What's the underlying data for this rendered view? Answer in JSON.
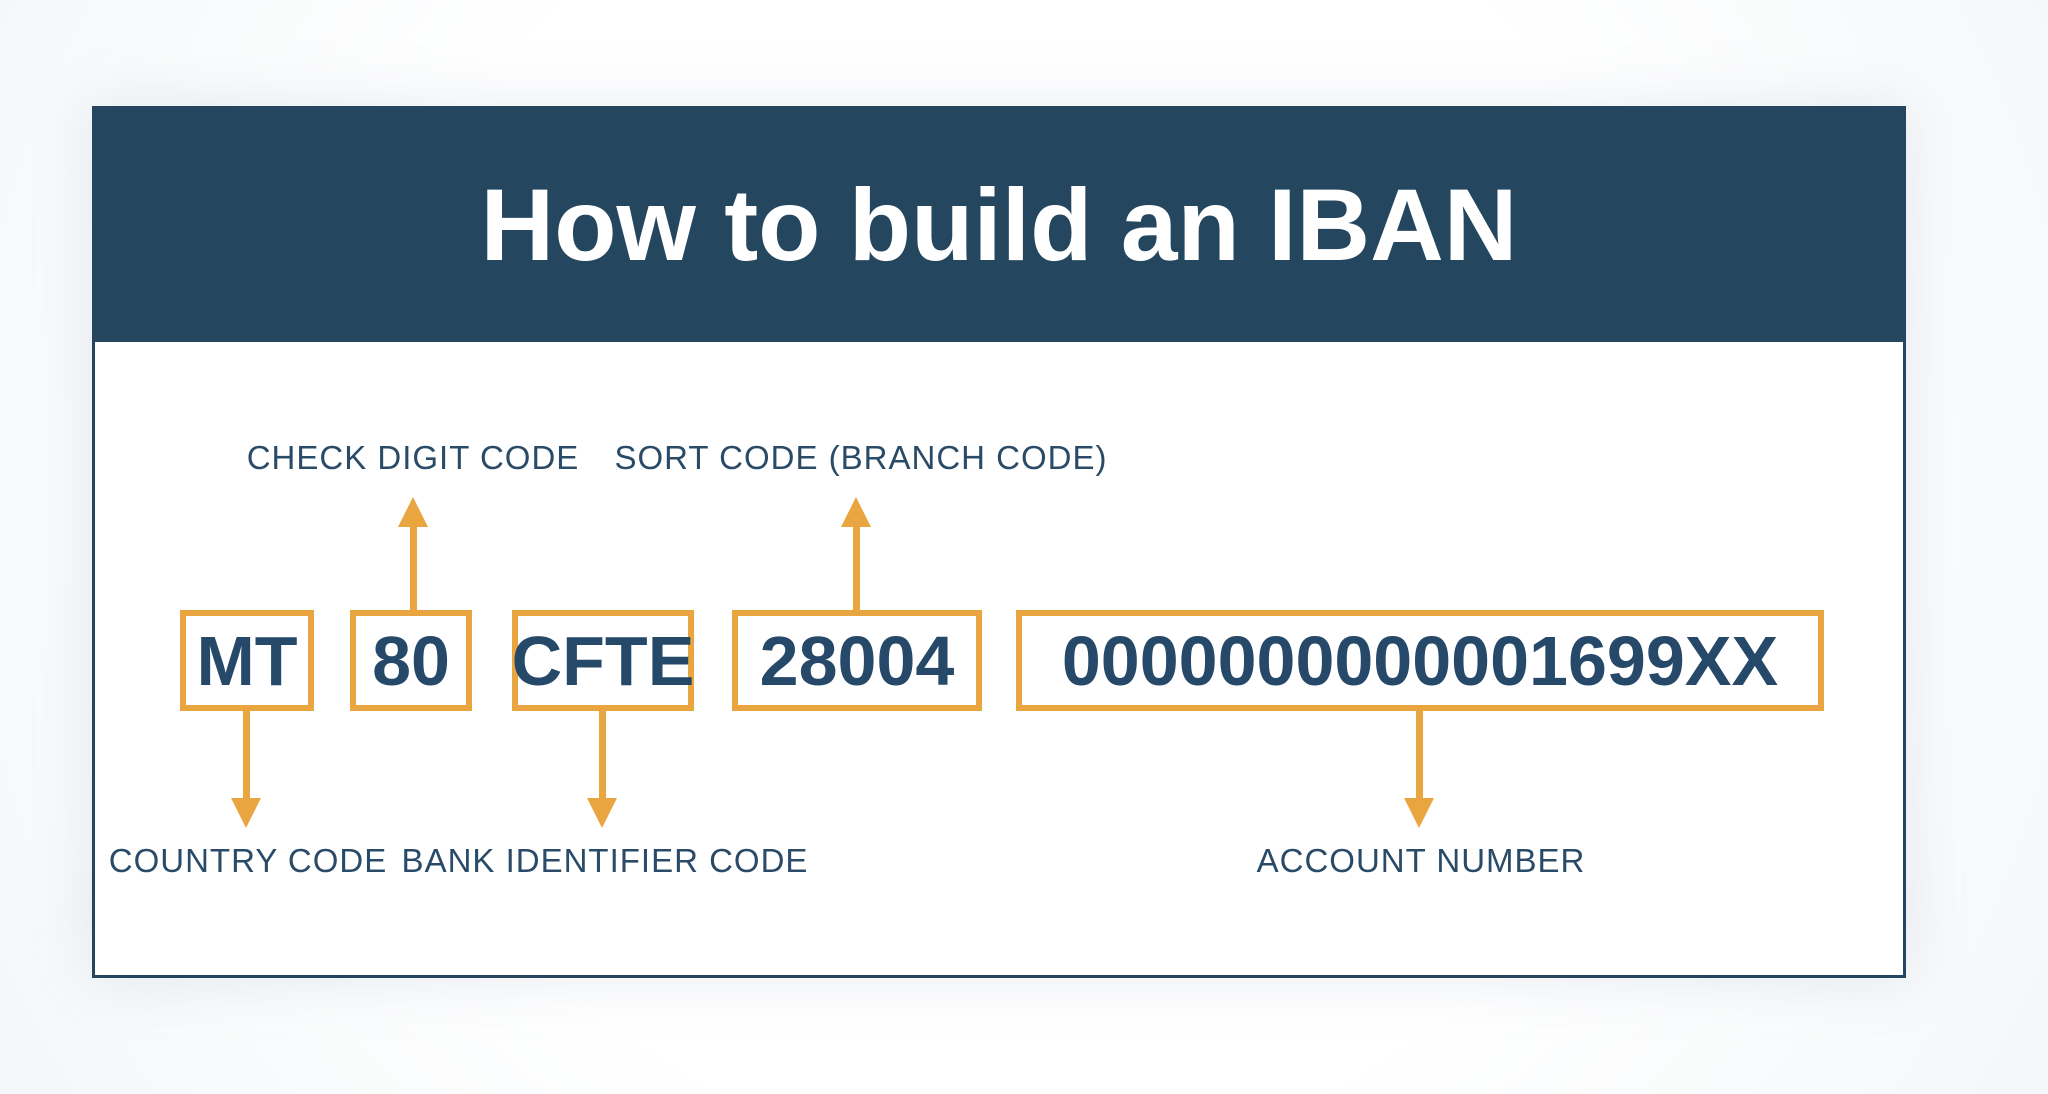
{
  "header": {
    "title": "How to build an IBAN"
  },
  "iban": {
    "segments": [
      {
        "value": "MT",
        "label": "COUNTRY CODE",
        "label_position": "below"
      },
      {
        "value": "80",
        "label": "CHECK DIGIT CODE",
        "label_position": "above"
      },
      {
        "value": "CFTE",
        "label": "BANK IDENTIFIER CODE",
        "label_position": "below"
      },
      {
        "value": "28004",
        "label": "SORT CODE (BRANCH CODE)",
        "label_position": "above"
      },
      {
        "value": "0000000000001699XX",
        "label": "ACCOUNT NUMBER",
        "label_position": "below"
      }
    ]
  },
  "colors": {
    "navy": "#24465f",
    "label_navy": "#2a4b68",
    "gold": "#e9a640",
    "card_background": "#ffffff"
  }
}
